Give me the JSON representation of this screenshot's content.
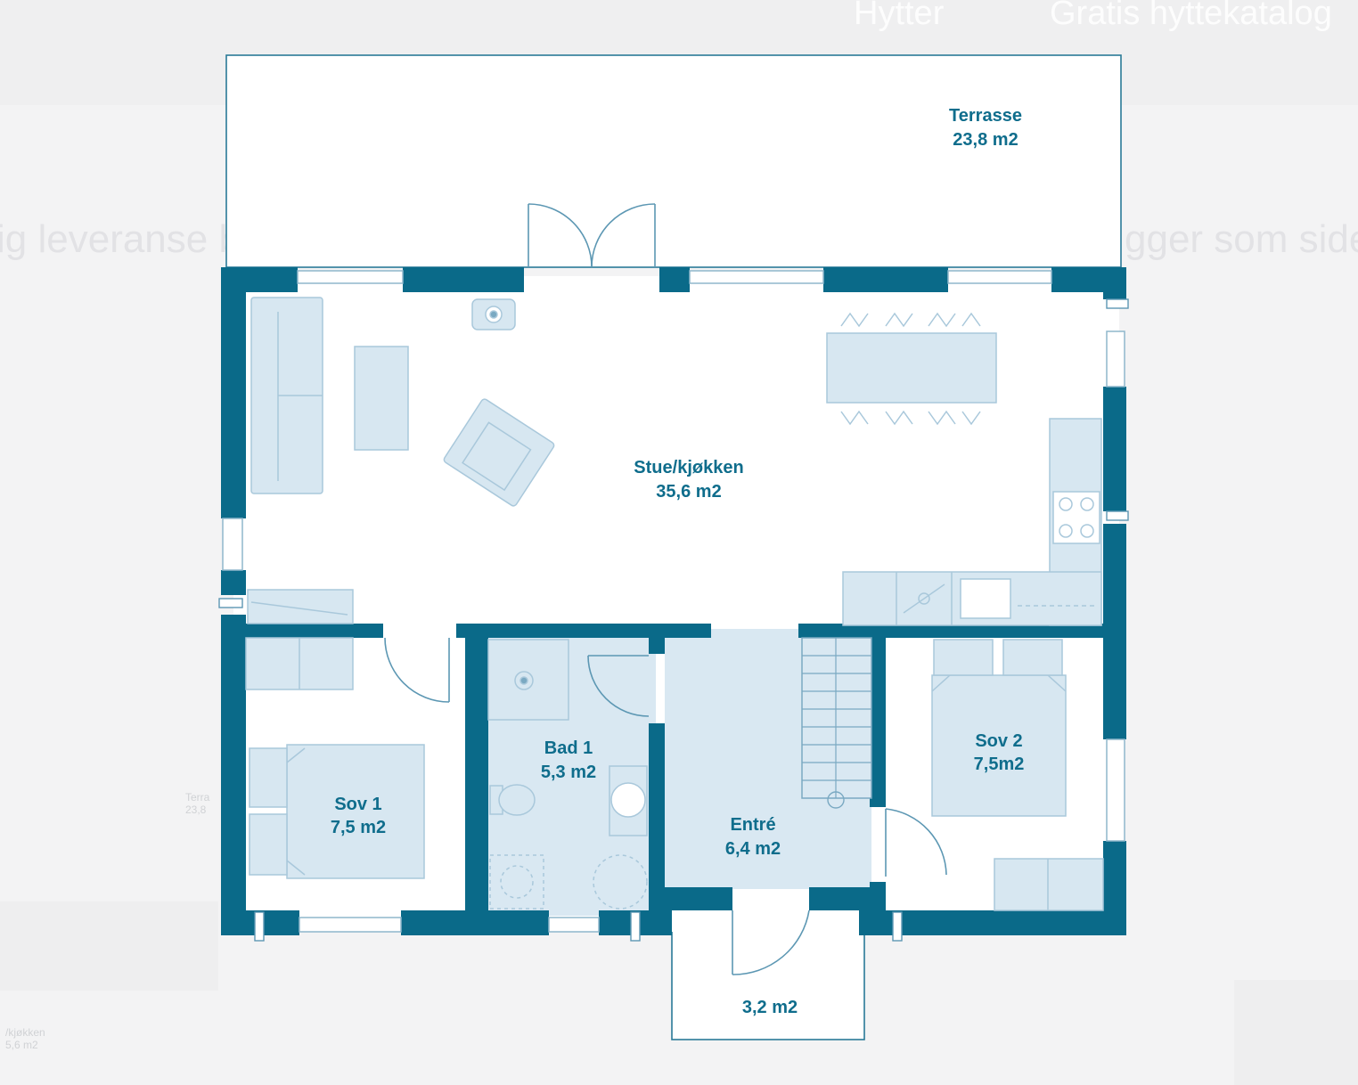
{
  "background": {
    "nav": [
      "Hytter",
      "Gratis hyttekatalog"
    ],
    "text_left": "ig leveranse b",
    "text_right": "gger som side",
    "faint_terrace": [
      "Terra",
      "23,8"
    ],
    "faint_living": [
      "/kjøkken",
      "5,6 m2"
    ]
  },
  "rooms": {
    "terrasse": {
      "name": "Terrasse",
      "area": "23,8 m2"
    },
    "stue": {
      "name": "Stue/kjøkken",
      "area": "35,6 m2"
    },
    "bad1": {
      "name": "Bad 1",
      "area": "5,3 m2"
    },
    "sov1": {
      "name": "Sov 1",
      "area": "7,5 m2"
    },
    "entre": {
      "name": "Entré",
      "area": "6,4 m2"
    },
    "sov2": {
      "name": "Sov 2",
      "area": "7,5m2"
    },
    "porch": {
      "area": "3,2 m2"
    }
  },
  "colors": {
    "wall": "#0a6a89",
    "furniture_fill": "#d7e7f1",
    "furniture_stroke": "#a9c8db",
    "label": "#0f6d8c",
    "floor_shaded": "#d9e8f2",
    "background": "#f3f3f4"
  }
}
